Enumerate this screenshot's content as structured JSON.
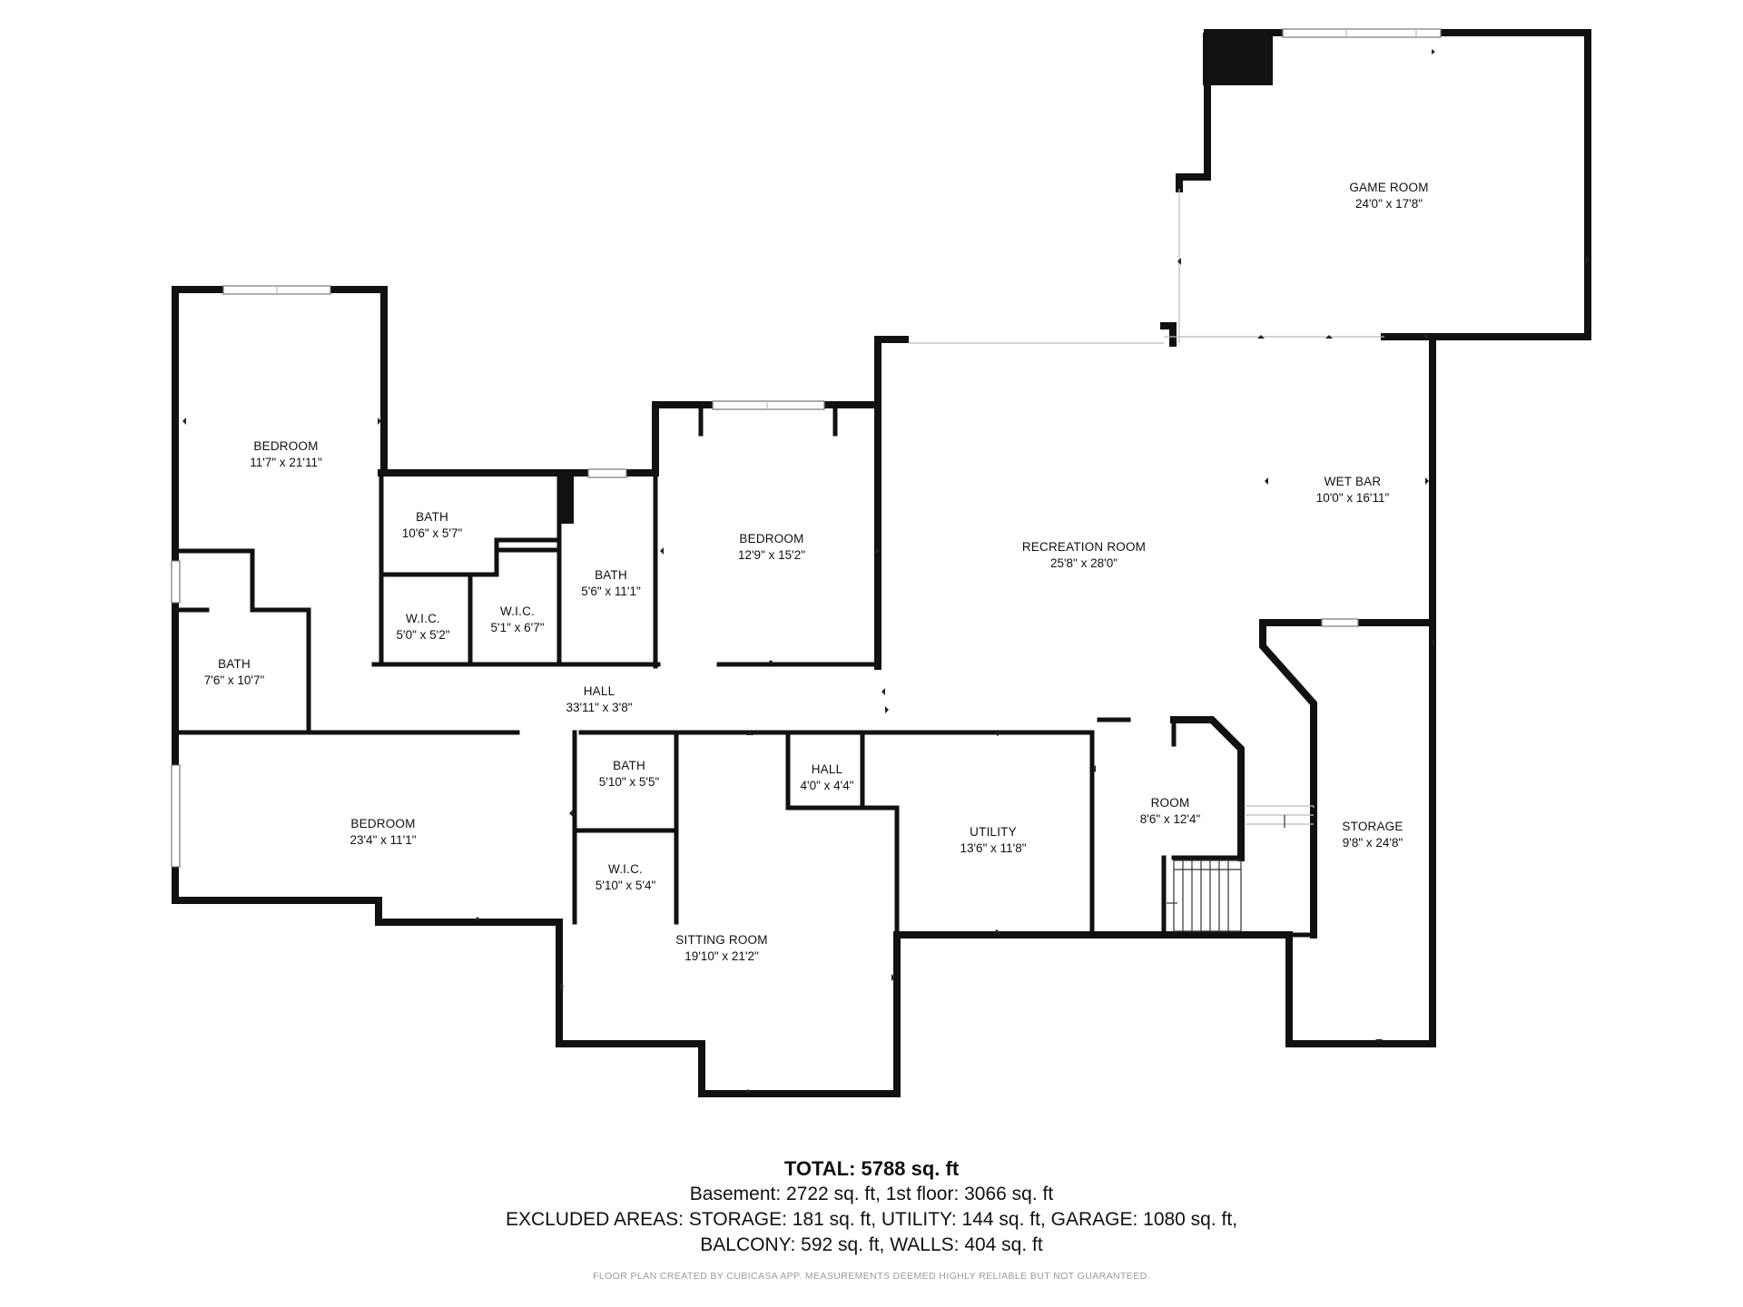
{
  "rooms": [
    {
      "name": "GAME ROOM",
      "dims": "24'0\" x 17'8\""
    },
    {
      "name": "BEDROOM",
      "dims": "11'7\" x 21'11\""
    },
    {
      "name": "BATH",
      "dims": "10'6\" x 5'7\""
    },
    {
      "name": "BATH",
      "dims": "5'6\" x 11'1\""
    },
    {
      "name": "BEDROOM",
      "dims": "12'9\" x 15'2\""
    },
    {
      "name": "WET BAR",
      "dims": "10'0\" x 16'11\""
    },
    {
      "name": "RECREATION ROOM",
      "dims": "25'8\" x 28'0\""
    },
    {
      "name": "W.I.C.",
      "dims": "5'0\" x 5'2\""
    },
    {
      "name": "W.I.C.",
      "dims": "5'1\" x 6'7\""
    },
    {
      "name": "BATH",
      "dims": "7'6\" x 10'7\""
    },
    {
      "name": "HALL",
      "dims": "33'11\" x 3'8\""
    },
    {
      "name": "BATH",
      "dims": "5'10\" x 5'5\""
    },
    {
      "name": "HALL",
      "dims": "4'0\" x 4'4\""
    },
    {
      "name": "ROOM",
      "dims": "8'6\" x 12'4\""
    },
    {
      "name": "STORAGE",
      "dims": "9'8\" x 24'8\""
    },
    {
      "name": "BEDROOM",
      "dims": "23'4\" x 11'1\""
    },
    {
      "name": "UTILITY",
      "dims": "13'6\" x 11'8\""
    },
    {
      "name": "W.I.C.",
      "dims": "5'10\" x 5'4\""
    },
    {
      "name": "SITTING ROOM",
      "dims": "19'10\" x 21'2\""
    }
  ],
  "summary": {
    "total": "TOTAL: 5788 sq. ft",
    "line1": "Basement: 2722 sq. ft, 1st floor: 3066 sq. ft",
    "line2": "EXCLUDED AREAS: STORAGE: 181 sq. ft, UTILITY: 144 sq. ft, GARAGE: 1080 sq. ft,",
    "line3": "BALCONY: 592 sq. ft, WALLS: 404 sq. ft"
  },
  "credit": "FLOOR PLAN CREATED BY CUBICASA APP. MEASUREMENTS DEEMED HIGHLY RELIABLE BUT NOT GUARANTEED."
}
